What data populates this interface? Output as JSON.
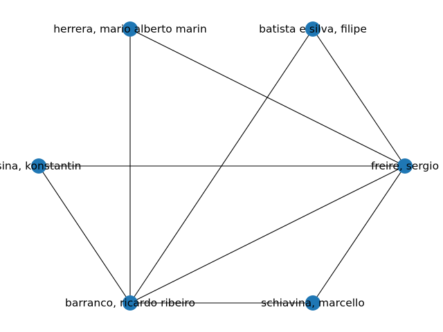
{
  "graph": {
    "node_color": "#1f77b4",
    "edge_color": "#000000",
    "nodes": [
      {
        "id": "herrera",
        "label": "herrera, mario alberto marin"
      },
      {
        "id": "batista",
        "label": "batista e silva, filipe"
      },
      {
        "id": "konstantin",
        "label": "sina, konstantin"
      },
      {
        "id": "freire",
        "label": "freire, sergio"
      },
      {
        "id": "barranco",
        "label": "barranco, ricardo ribeiro"
      },
      {
        "id": "schiavina",
        "label": "schiavina, marcello"
      }
    ],
    "edges": [
      {
        "source": "herrera",
        "target": "freire"
      },
      {
        "source": "herrera",
        "target": "barranco"
      },
      {
        "source": "batista",
        "target": "freire"
      },
      {
        "source": "batista",
        "target": "barranco"
      },
      {
        "source": "konstantin",
        "target": "freire"
      },
      {
        "source": "konstantin",
        "target": "barranco"
      },
      {
        "source": "freire",
        "target": "barranco"
      },
      {
        "source": "freire",
        "target": "schiavina"
      },
      {
        "source": "barranco",
        "target": "schiavina"
      }
    ]
  }
}
